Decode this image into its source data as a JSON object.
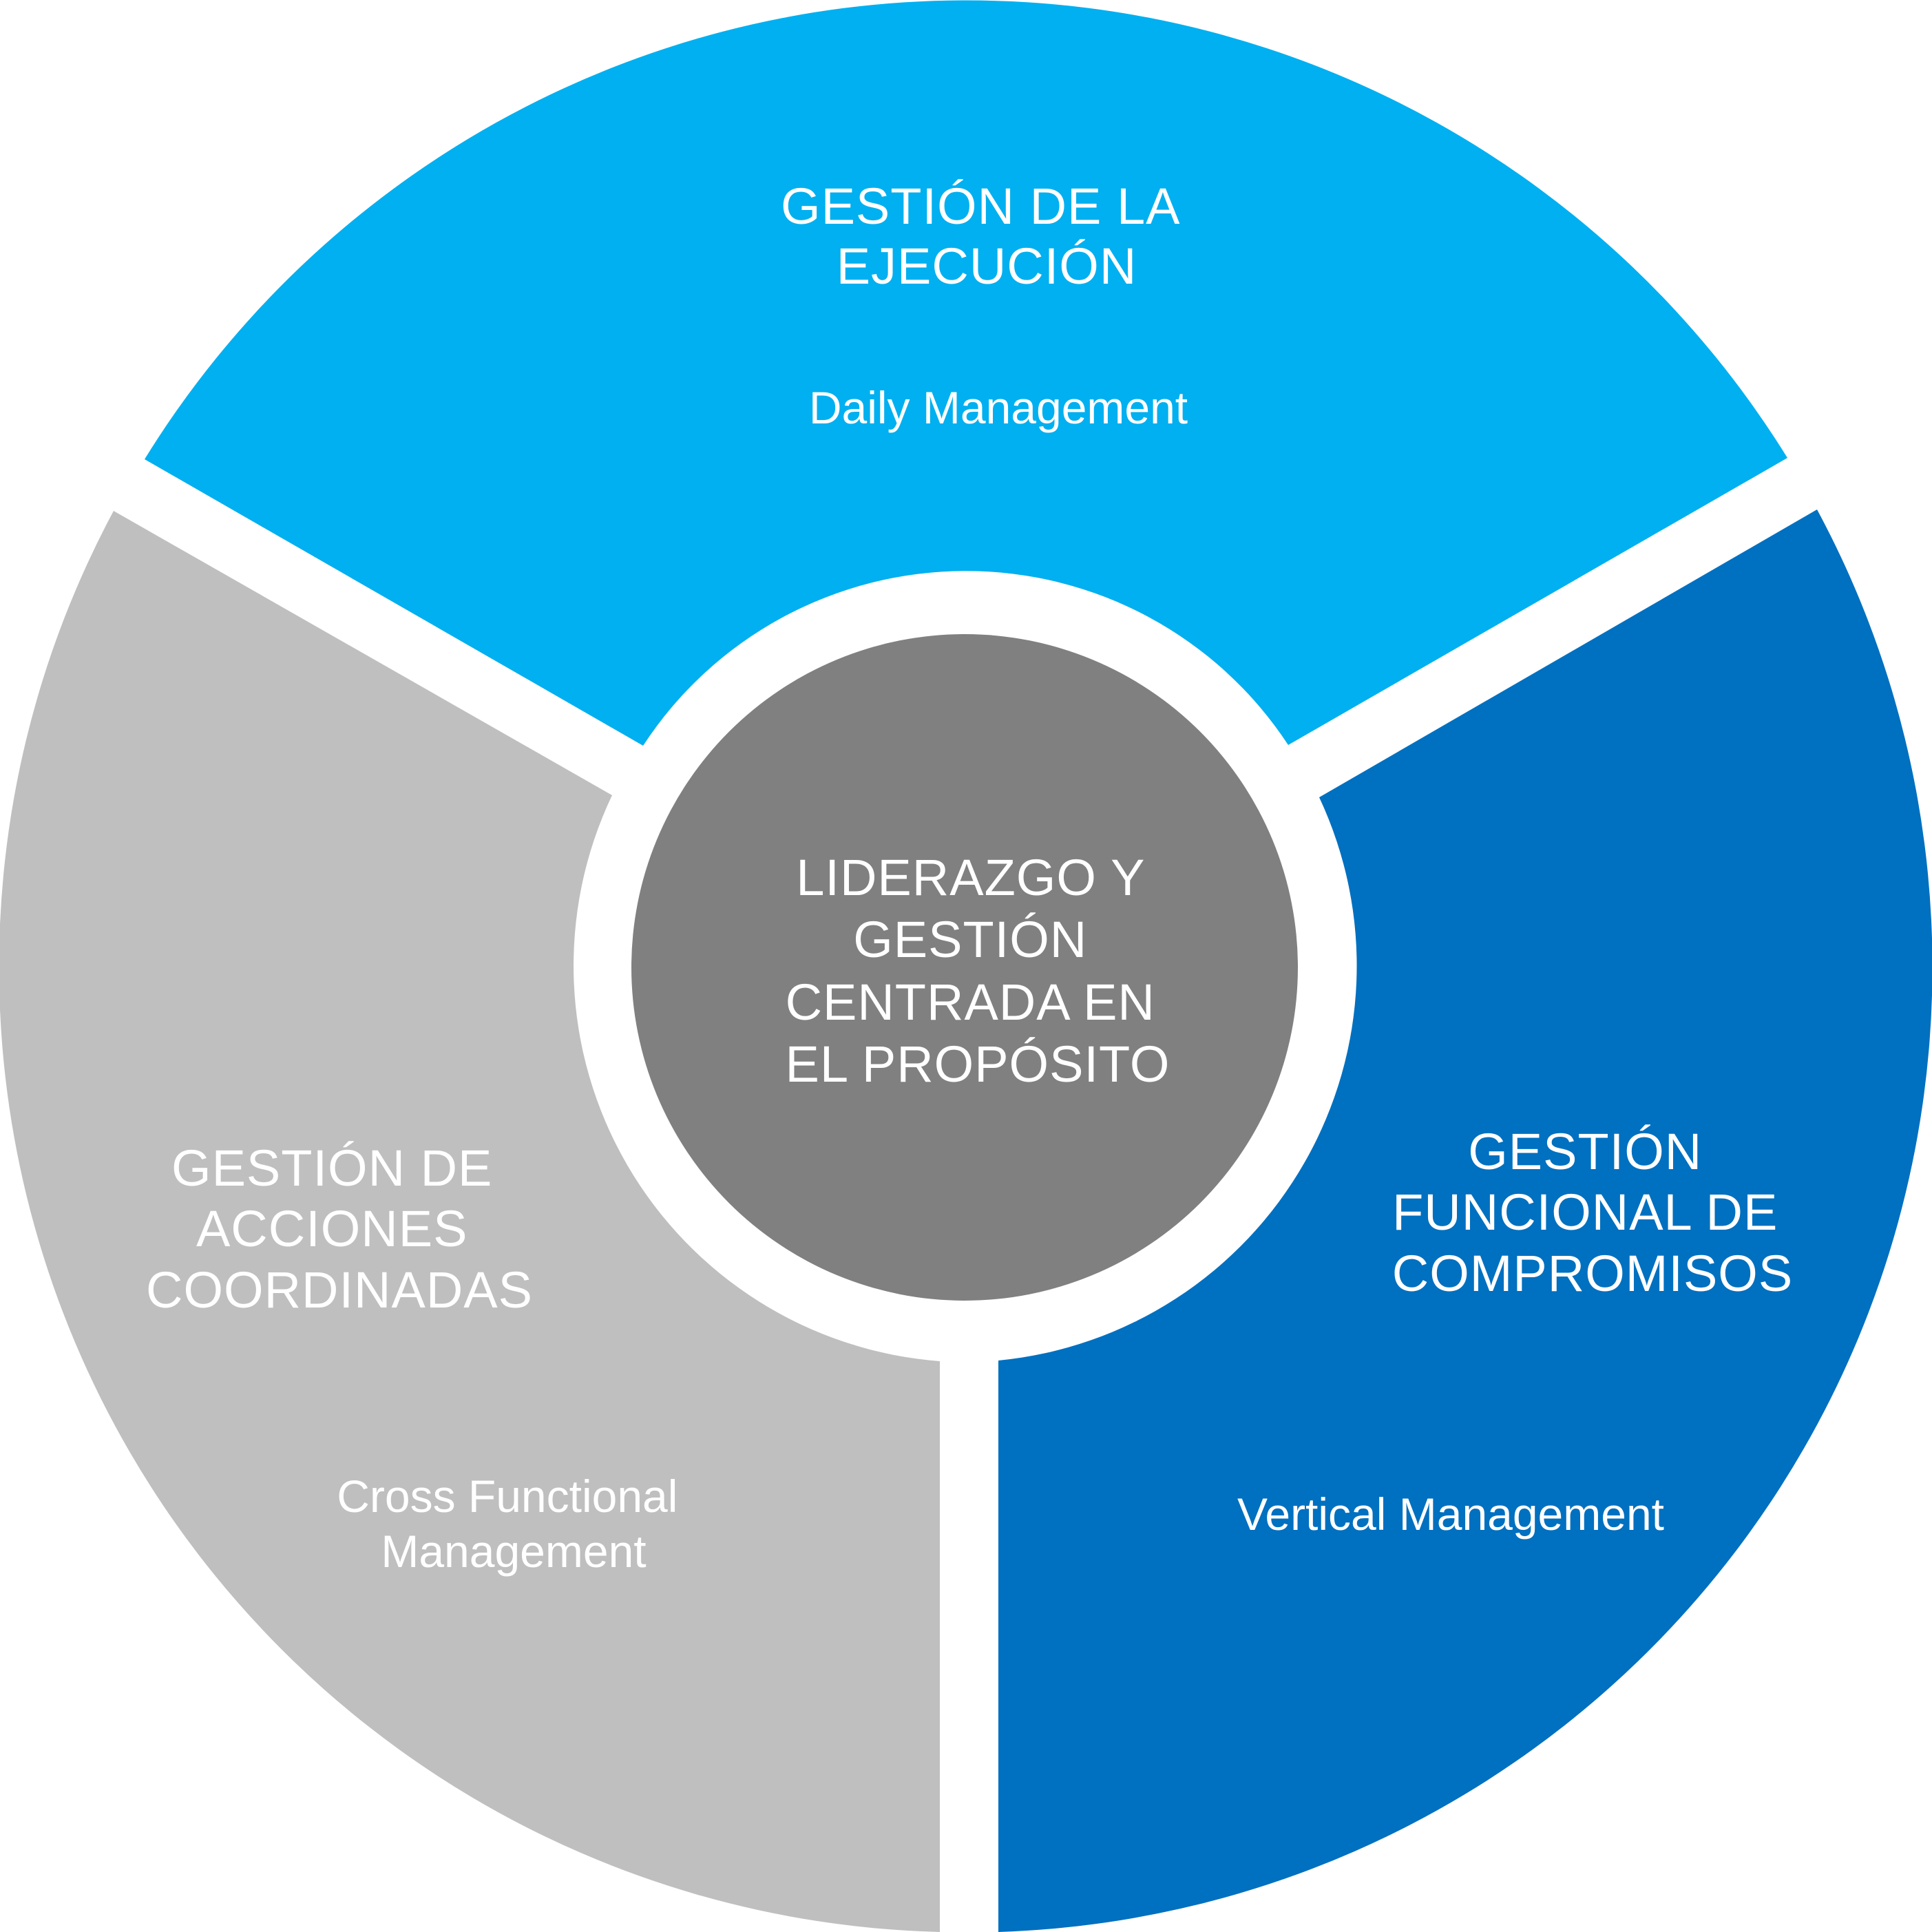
{
  "center": {
    "title_lines": [
      "LIDERAZGO Y",
      "GESTIÓN",
      "CENTRADA EN",
      "EL PROPÓSITO"
    ]
  },
  "segments": [
    {
      "id": "ejecucion",
      "title_lines": [
        "GESTIÓN DE LA",
        "EJECUCIÓN"
      ],
      "subtitle_lines": [
        "Daily Management"
      ]
    },
    {
      "id": "compromisos",
      "title_lines": [
        "GESTIÓN",
        "FUNCIONAL DE",
        "COMPROMISOS"
      ],
      "subtitle_lines": [
        "Vertical Management"
      ]
    },
    {
      "id": "coordinadas",
      "title_lines": [
        "GESTIÓN DE",
        "ACCIONES",
        "COORDINADAS"
      ],
      "subtitle_lines": [
        "Cross Functional",
        "Management"
      ]
    }
  ],
  "colors": {
    "top_segment": "#00b0f0",
    "right_segment": "#0070c0",
    "left_segment": "#bfbfbf",
    "center_circle": "#808080",
    "text": "#ffffff"
  }
}
